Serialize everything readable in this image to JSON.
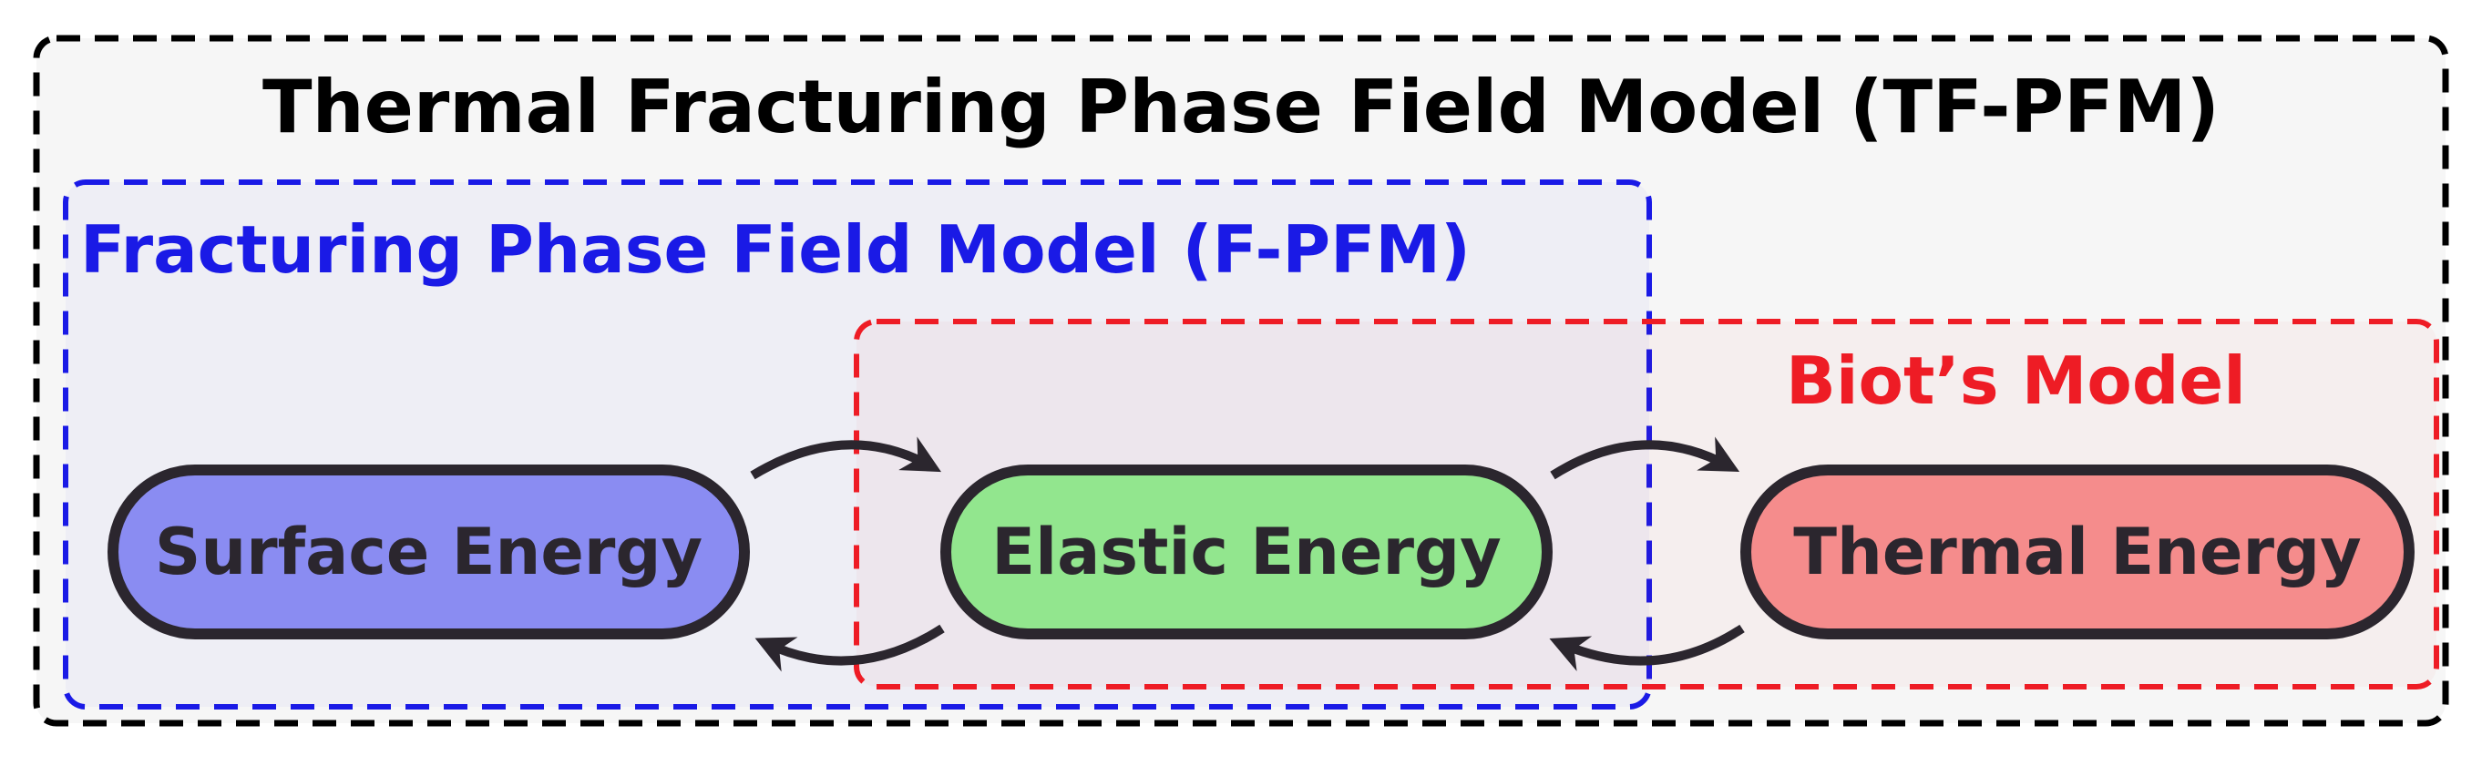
{
  "title": "Thermal Fracturing Phase Field Model (TF-PFM)",
  "groups": {
    "fpfm": {
      "label": "Fracturing Phase Field Model (F-PFM)",
      "color": "#1a1ae6"
    },
    "biot": {
      "label": "Biot’s Model",
      "color": "#ee1c25"
    },
    "outer_color": "#000000"
  },
  "nodes": {
    "surface": {
      "label": "Surface Energy",
      "fill": "#8a8cf2"
    },
    "elastic": {
      "label": "Elastic Energy",
      "fill": "#92e68e"
    },
    "thermal": {
      "label": "Thermal Energy",
      "fill": "#f58c8c"
    }
  },
  "edges": [
    {
      "from": "Surface Energy",
      "to": "Elastic Energy"
    },
    {
      "from": "Elastic Energy",
      "to": "Surface Energy"
    },
    {
      "from": "Elastic Energy",
      "to": "Thermal Energy"
    },
    {
      "from": "Thermal Energy",
      "to": "Elastic Energy"
    }
  ]
}
